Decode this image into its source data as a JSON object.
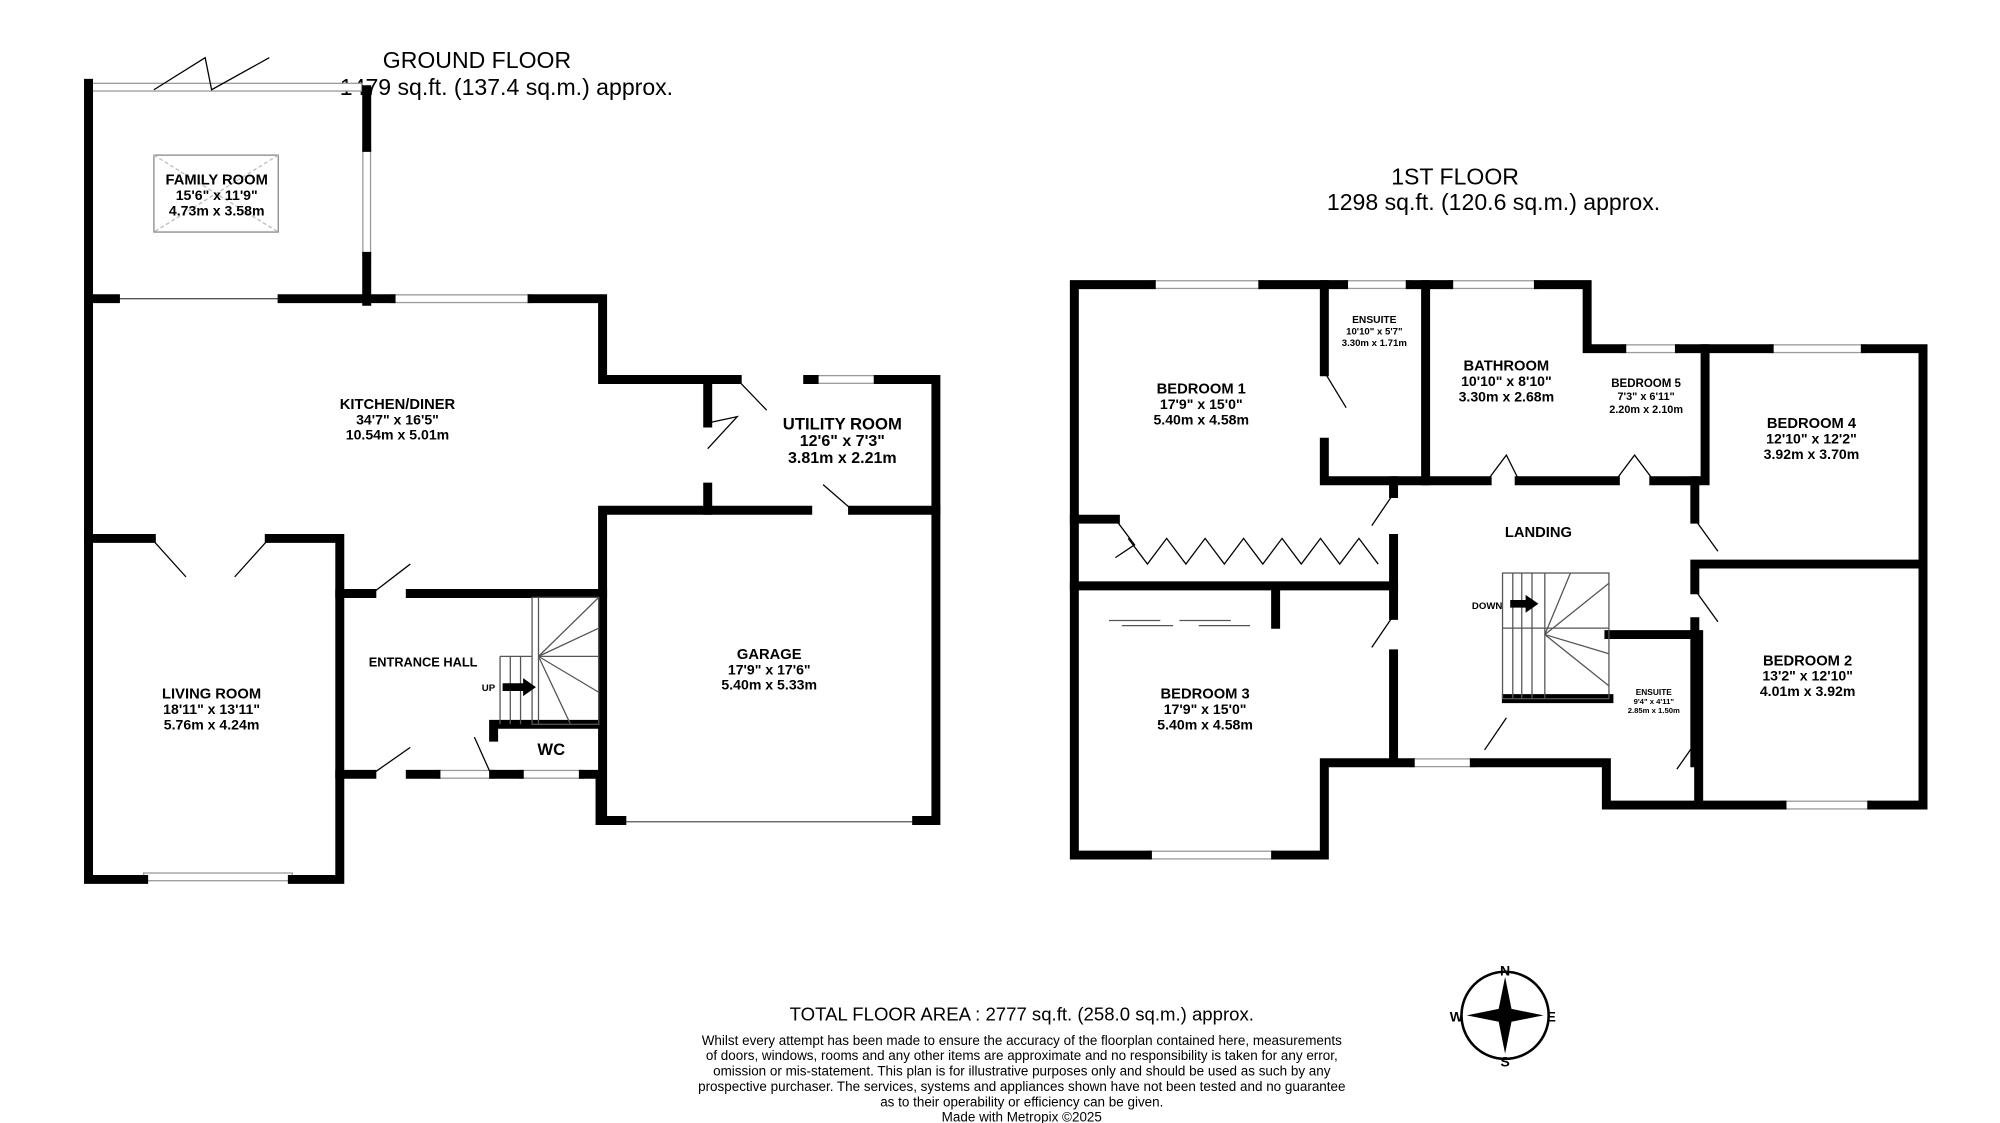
{
  "ground_floor": {
    "title": "GROUND FLOOR",
    "area": "1479 sq.ft. (137.4 sq.m.) approx.",
    "rooms": [
      {
        "name": "FAMILY ROOM",
        "imperial": "15'6\"  x 11'9\"",
        "metric": "4.73m  x 3.58m"
      },
      {
        "name": "KITCHEN/DINER",
        "imperial": "34'7\"  x 16'5\"",
        "metric": "10.54m  x 5.01m"
      },
      {
        "name": "UTILITY ROOM",
        "imperial": "12'6\"  x 7'3\"",
        "metric": "3.81m  x 2.21m"
      },
      {
        "name": "LIVING ROOM",
        "imperial": "18'11\"  x 13'11\"",
        "metric": "5.76m  x 4.24m"
      },
      {
        "name": "ENTRANCE HALL"
      },
      {
        "name": "GARAGE",
        "imperial": "17'9\"  x 17'6\"",
        "metric": "5.40m  x 5.33m"
      },
      {
        "name": "WC"
      }
    ],
    "stairs_label": "UP"
  },
  "first_floor": {
    "title": "1ST FLOOR",
    "area": "1298 sq.ft. (120.6 sq.m.) approx.",
    "rooms": [
      {
        "name": "BEDROOM 1",
        "imperial": "17'9\"  x 15'0\"",
        "metric": "5.40m  x 4.58m"
      },
      {
        "name": "ENSUITE",
        "imperial": "10'10\"  x 5'7\"",
        "metric": "3.30m  x 1.71m"
      },
      {
        "name": "BATHROOM",
        "imperial": "10'10\"  x 8'10\"",
        "metric": "3.30m  x 2.68m"
      },
      {
        "name": "BEDROOM 5",
        "imperial": "7'3\"  x 6'11\"",
        "metric": "2.20m  x 2.10m"
      },
      {
        "name": "BEDROOM 4",
        "imperial": "12'10\"  x 12'2\"",
        "metric": "3.92m  x 3.70m"
      },
      {
        "name": "LANDING"
      },
      {
        "name": "BEDROOM 3",
        "imperial": "17'9\"  x 15'0\"",
        "metric": "5.40m  x 4.58m"
      },
      {
        "name": "ENSUITE",
        "imperial": "9'4\"  x 4'11\"",
        "metric": "2.85m  x 1.50m"
      },
      {
        "name": "BEDROOM 2",
        "imperial": "13'2\"  x 12'10\"",
        "metric": "4.01m  x 3.92m"
      }
    ],
    "stairs_label": "DOWN"
  },
  "compass": {
    "n": "N",
    "e": "E",
    "s": "S",
    "w": "W"
  },
  "footer": {
    "total": "TOTAL FLOOR AREA : 2777 sq.ft. (258.0 sq.m.) approx.",
    "disclaimer": [
      "Whilst every attempt has been made to ensure the accuracy of the floorplan contained here, measurements",
      "of doors, windows, rooms and any other items are approximate and no responsibility is taken for any error,",
      "omission or mis-statement. This plan is for illustrative purposes only and should be used as such by any",
      "prospective purchaser. The services, systems and appliances shown have not been tested and no guarantee",
      "as to their operability or efficiency can be given."
    ],
    "credit": "Made with Metropix ©2025"
  }
}
